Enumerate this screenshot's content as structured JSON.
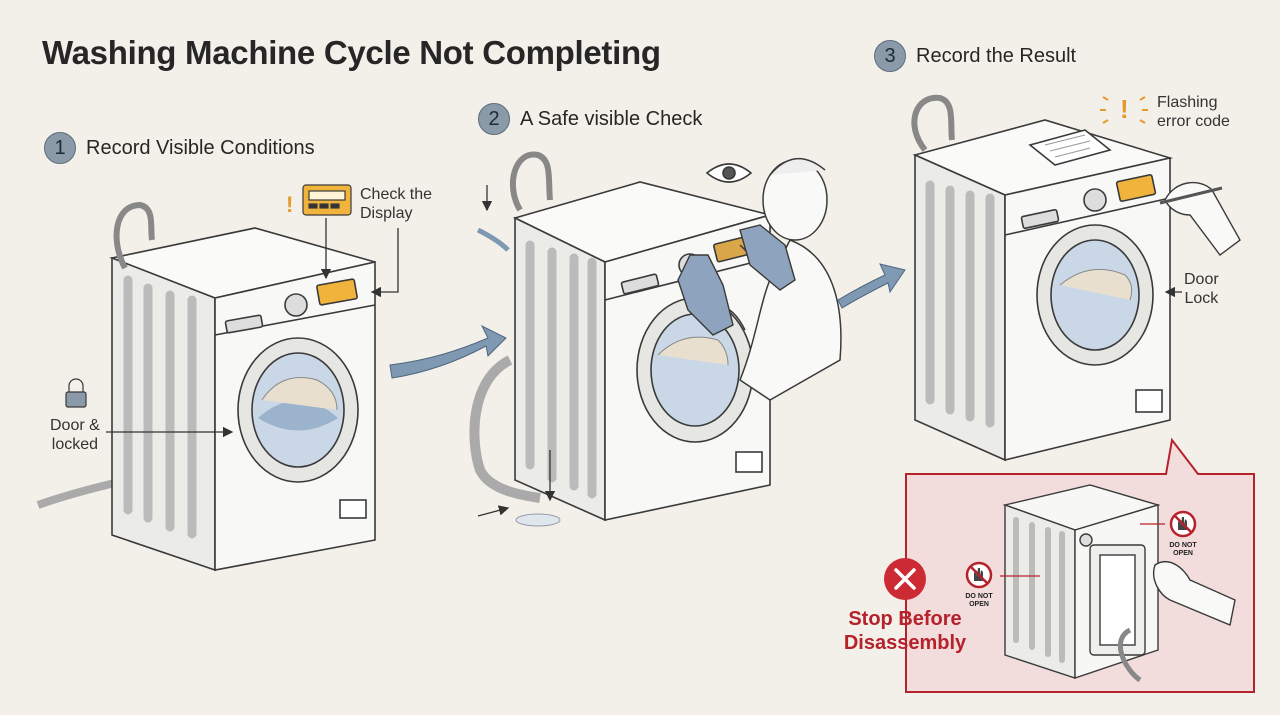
{
  "title": "Washing Machine Cycle Not Completing",
  "steps": [
    {
      "number": "1",
      "label": "Record Visible Conditions"
    },
    {
      "number": "2",
      "label": "A Safe visible Check"
    },
    {
      "number": "3",
      "label": "Record the Result"
    }
  ],
  "callouts": {
    "check_display_1": "Check the",
    "check_display_2": "Display",
    "door_locked_1": "Door &",
    "door_locked_2": "locked",
    "flashing_1": "Flashing",
    "flashing_2": "error code",
    "door_lock_1": "Door",
    "door_lock_2": "Lock"
  },
  "warning": {
    "title_line1": "Stop Before",
    "title_line2": "Disassembly",
    "do_not_open_1": "DO NOT",
    "do_not_open_2": "OPEN"
  },
  "colors": {
    "accent_red": "#b5222b",
    "panel_bg": "#f2dcdc",
    "display_amber": "#f0b43c",
    "step_badge": "#8b9aa8"
  }
}
